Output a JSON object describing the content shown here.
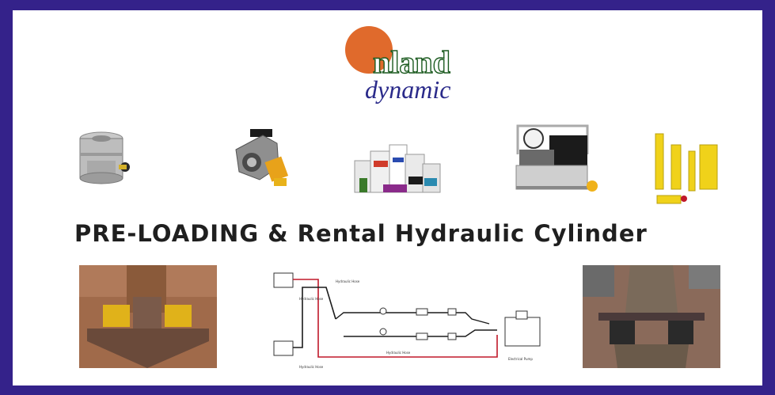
{
  "logo": {
    "brand": "nland",
    "sub": "dynamic"
  },
  "headline": "PRE-LOADING & Rental Hydraulic Cylinder",
  "products": [
    {
      "icon": "hydraulic-nut-icon"
    },
    {
      "icon": "torque-wrench-icon"
    },
    {
      "icon": "paint-cans-icon"
    },
    {
      "icon": "electric-pump-icon"
    },
    {
      "icon": "hydraulic-cylinders-icon"
    }
  ],
  "diagram": {
    "labels": {
      "hose_a": "Hydraulic Hose",
      "hose_b": "Hydraulic Hose",
      "hose_c": "Hydraulic Hose",
      "hose_d": "Hydraulic Hose",
      "pump": "Electrical Pump"
    }
  },
  "colors": {
    "frame": "#34228a",
    "sun": "#e06a2c",
    "brand_outline": "#1b5a1f",
    "sub_text": "#2a2a8a",
    "hose_red": "#c0182a"
  }
}
